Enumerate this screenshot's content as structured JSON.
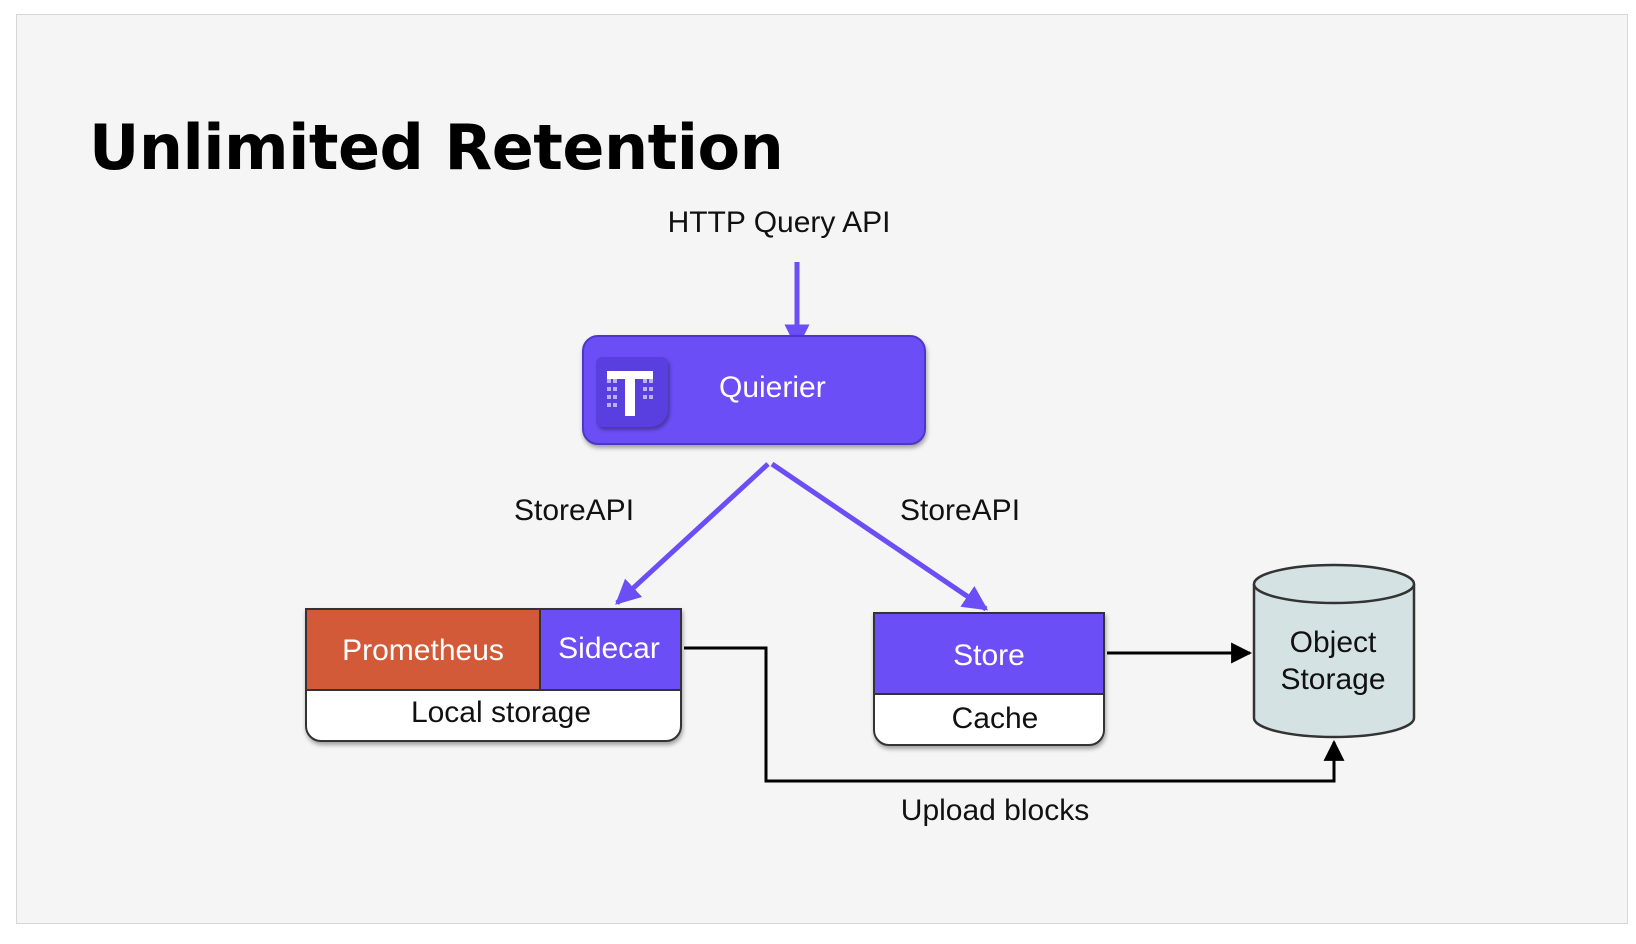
{
  "slide": {
    "title": "Unlimited Retention"
  },
  "diagram": {
    "http_label": "HTTP Query API",
    "querier_label": "Quierier",
    "storeapi_left_label": "StoreAPI",
    "storeapi_right_label": "StoreAPI",
    "prometheus_label": "Prometheus",
    "sidecar_label": "Sidecar",
    "local_storage_label": "Local storage",
    "store_label": "Store",
    "cache_label": "Cache",
    "object_storage_line1": "Object",
    "object_storage_line2": "Storage",
    "upload_label": "Upload blocks"
  },
  "colors": {
    "accent_purple": "#6b4ef5",
    "prometheus_orange": "#d35a38",
    "cylinder_fill": "#d5e2e3",
    "slide_background": "#f5f5f5"
  },
  "icons": {
    "querier_logo": "thanos-logo-icon"
  }
}
